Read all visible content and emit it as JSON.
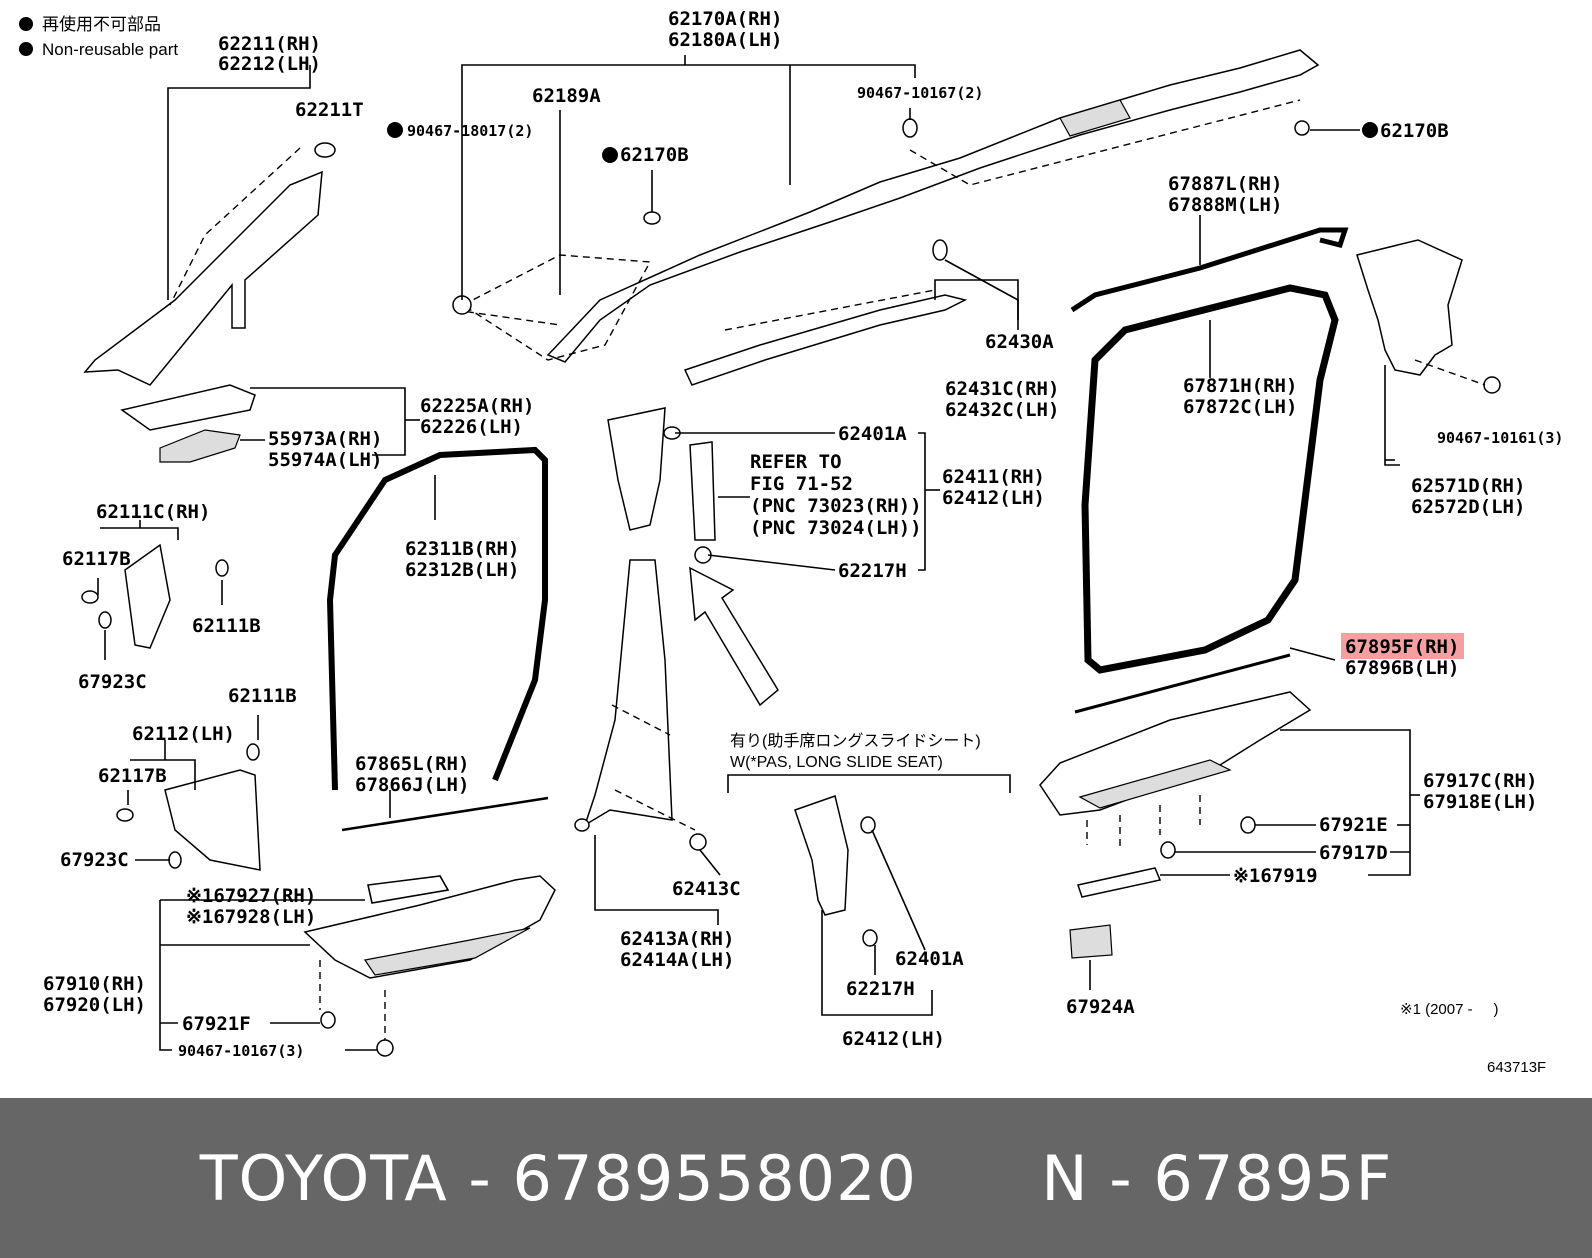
{
  "legend": {
    "line1": "再使用不可部品",
    "line2": "Non-reusable part"
  },
  "labels": {
    "p62211": "62211(RH)",
    "p62212": "62212(LH)",
    "p62211T": "62211T",
    "p62170A": "62170A(RH)",
    "p62180A": "62180A(LH)",
    "p62189A": "62189A",
    "p90467_18017": "90467-18017(2)",
    "p90467_10167_2": "90467-10167(2)",
    "p62170B_a": "62170B",
    "p62170B_b": "62170B",
    "p67887L": "67887L(RH)",
    "p67888M": "67888M(LH)",
    "p62430A": "62430A",
    "p62431C": "62431C(RH)",
    "p62432C": "62432C(LH)",
    "p62225A": "62225A(RH)",
    "p62226": "62226(LH)",
    "p55973A": "55973A(RH)",
    "p55974A": "55974A(LH)",
    "p62401A_a": "62401A",
    "p62411": "62411(RH)",
    "p62412_a": "62412(LH)",
    "refer1": "REFER TO",
    "refer2": "FIG 71-52",
    "refer3": "(PNC 73023(RH))",
    "refer4": "(PNC 73024(LH))",
    "p62217H_a": "62217H",
    "p67871H": "67871H(RH)",
    "p67872C": "67872C(LH)",
    "p90467_10161": "90467-10161(3)",
    "p62571D": "62571D(RH)",
    "p62572D": "62572D(LH)",
    "p62111C": "62111C(RH)",
    "p62117B_a": "62117B",
    "p62111B_a": "62111B",
    "p67923C_a": "67923C",
    "p62311B": "62311B(RH)",
    "p62312B": "62312B(LH)",
    "p67895F": "67895F(RH)",
    "p67896B": "67896B(LH)",
    "p62111B_b": "62111B",
    "p62112": "62112(LH)",
    "p62117B_b": "62117B",
    "p67923C_b": "67923C",
    "p67865L": "67865L(RH)",
    "p67866J": "67866J(LH)",
    "w_jp": "有り(助手席ロングスライドシート)",
    "w_en": "W(*PAS, LONG SLIDE SEAT)",
    "p67917C": "67917C(RH)",
    "p67918E": "67918E(LH)",
    "p67921E": "67921E",
    "p67917D": "67917D",
    "p67919": "※167919",
    "p67927": "※167927(RH)",
    "p67928": "※167928(LH)",
    "p62413C": "62413C",
    "p62413A": "62413A(RH)",
    "p62414A": "62414A(LH)",
    "p67910": "67910(RH)",
    "p67920": "67920(LH)",
    "p67921F": "67921F",
    "p90467_10167_3": "90467-10167(3)",
    "p62401A_b": "62401A",
    "p62217H_b": "62217H",
    "p62412_b": "62412(LH)",
    "p67924A": "67924A",
    "note1": "※1 (2007 -     )",
    "fig_no": "643713F"
  },
  "footer": {
    "text": "TOYOTA - 6789558020      N - 67895F"
  },
  "colors": {
    "highlight": "#f4a0a0",
    "footer_bg": "#666666",
    "footer_text": "#ffffff"
  }
}
